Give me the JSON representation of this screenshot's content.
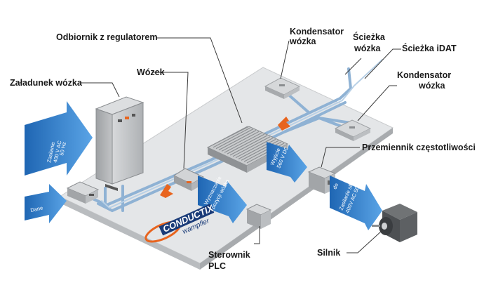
{
  "labels": {
    "odbiornik": "Odbiornik z regulatorem",
    "kondensator_top_1": "Kondensator",
    "kondensator_top_2": "wózka",
    "sciezka_1": "Ścieżka",
    "sciezka_2": "wózka",
    "sciezka_idat": "Ścieżka iDAT",
    "kondensator_right_1": "Kondensator",
    "kondensator_right_2": "wózka",
    "wozek": "Wózek",
    "zaladunek": "Załadunek wózka",
    "przemiennik": "Przemiennik częstotliwości",
    "sterownik_1": "Sterownik",
    "sterownik_2": "PLC",
    "silnik": "Silnik"
  },
  "arrows": {
    "zasilanie_1": "Zasilanie",
    "zasilanie_2": "400 V AC",
    "zasilanie_3": "50 Hz",
    "dane": "Dane",
    "wyjscie_1": "Wyjście",
    "wyjscie_2": "560 V DC",
    "wyznaczenie_1": "Wyznaczenie",
    "wyznaczenie_2": "pozycji wózka",
    "zasilanie_silnika_1": "Zasilanie silnika",
    "zasilanie_silnika_2": "400V AC 50Hz",
    "silnik_prefix": "do"
  },
  "logo": {
    "main": "CONDUCTIX",
    "sub": "wampfler"
  },
  "colors": {
    "platform": "#e4e6e8",
    "platform_side": "#b9bcbf",
    "track": "#8fb2d4",
    "arrow_blue": "#2f7fcd",
    "cabinet": "#c7c9cc",
    "orange": "#e8641e",
    "logo_blue": "#1a3b78"
  }
}
